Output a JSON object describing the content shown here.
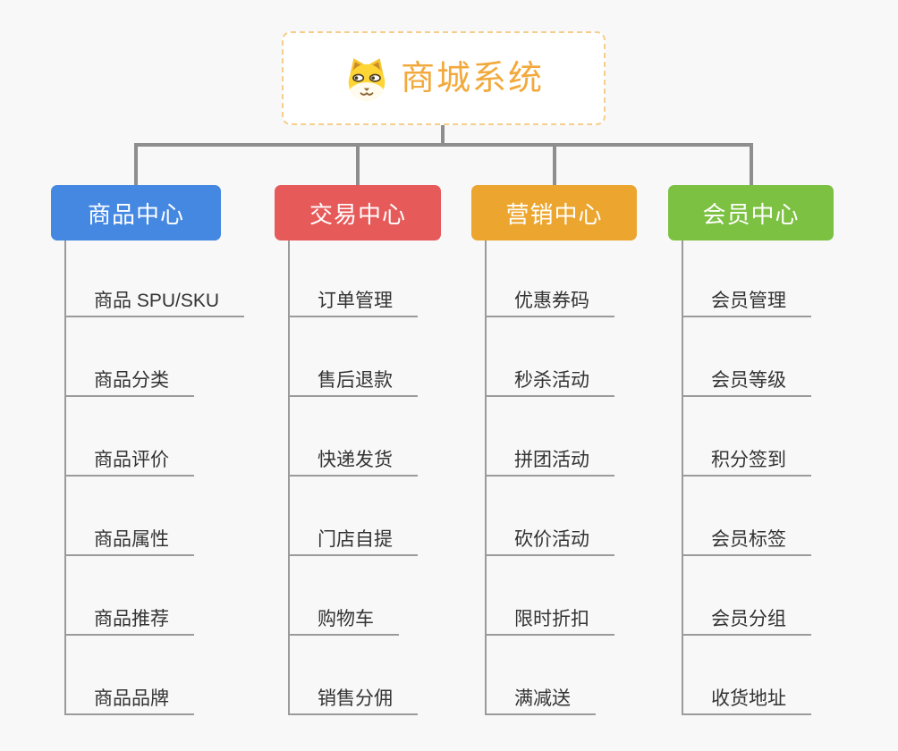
{
  "root": {
    "title": "商城系统",
    "icon": "dog-face-icon"
  },
  "colors": {
    "background": "#F8F8F8",
    "connector": "#8E8E8E",
    "line": "#9B9B9B",
    "accent": "#F2A93C",
    "root_border": "#F6CE8C",
    "item_text": "#333333",
    "branch_text": "#FFFFFF"
  },
  "branches": [
    {
      "label": "商品中心",
      "color": "#4488E2",
      "items": [
        "商品 SPU/SKU",
        "商品分类",
        "商品评价",
        "商品属性",
        "商品推荐",
        "商品品牌"
      ]
    },
    {
      "label": "交易中心",
      "color": "#E65A5A",
      "items": [
        "订单管理",
        "售后退款",
        "快递发货",
        "门店自提",
        "购物车",
        "销售分佣"
      ]
    },
    {
      "label": "营销中心",
      "color": "#ECA62F",
      "items": [
        "优惠券码",
        "秒杀活动",
        "拼团活动",
        "砍价活动",
        "限时折扣",
        "满减送"
      ]
    },
    {
      "label": "会员中心",
      "color": "#7CC142",
      "items": [
        "会员管理",
        "会员等级",
        "积分签到",
        "会员标签",
        "会员分组",
        "收货地址"
      ]
    }
  ]
}
